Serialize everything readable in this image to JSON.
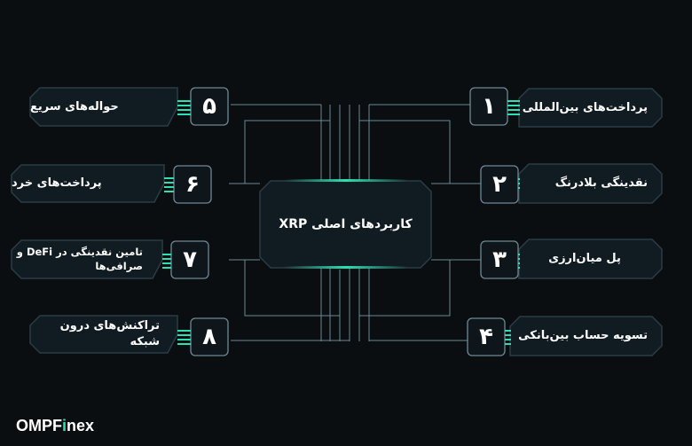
{
  "hub": {
    "title": "کاربردهای اصلی XRP"
  },
  "items": [
    {
      "number": "۱",
      "label": "پرداخت‌های بین‌المللی"
    },
    {
      "number": "۲",
      "label": "نقدینگی بلادرنگ"
    },
    {
      "number": "۳",
      "label": "پل میان‌ارزی"
    },
    {
      "number": "۴",
      "label": "تسویه حساب بین‌بانکی"
    },
    {
      "number": "۵",
      "label": "حواله‌های سریع"
    },
    {
      "number": "۶",
      "label": "پرداخت‌های خرد"
    },
    {
      "number": "۷",
      "label": "تامین نقدینگی در DeFi و صرافی‌ها"
    },
    {
      "number": "۸",
      "label": "تراکنش‌های درون شبکه"
    }
  ],
  "brand": {
    "prefix": "OMPF",
    "i": "i",
    "suffix": "nex",
    "accent": "#2de0b4"
  },
  "colors": {
    "background": "#0a0e11",
    "box_fill": "#111b22",
    "box_stroke": "#2a3c45",
    "line": "#6f8894",
    "accent": "#2de0b4"
  }
}
